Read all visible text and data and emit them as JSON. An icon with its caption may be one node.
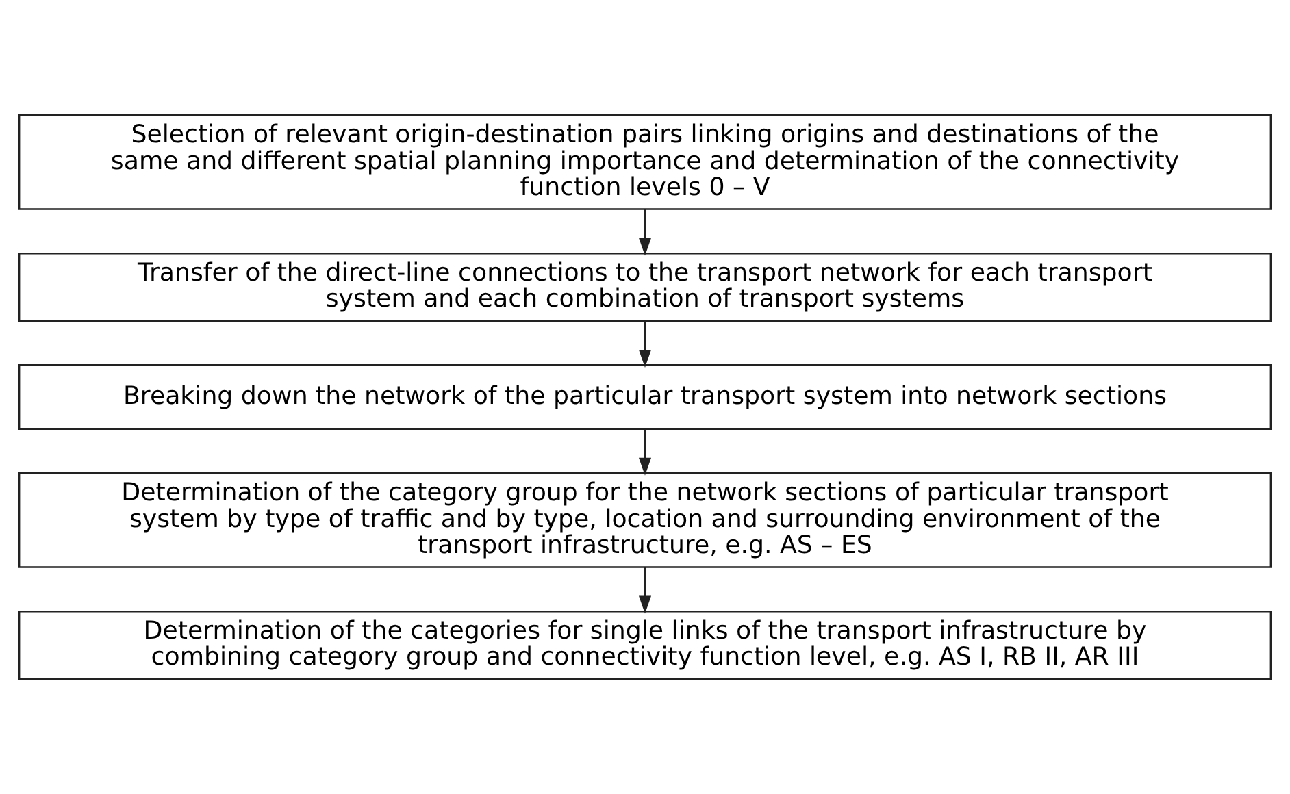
{
  "diagram": {
    "nodes": [
      {
        "text": [
          "Selection of relevant origin-destination pairs linking origins and destinations of the same and different spatial planning importance and determination of the connectivity function levels 0 – V"
        ]
      },
      {
        "text": [
          "Transfer of the direct-line connections to the transport network for each transport system and each combination of transport systems"
        ]
      },
      {
        "text": [
          "Breaking down the network of the particular transport system into network sections"
        ]
      },
      {
        "text": [
          "Determination of the category group for the network sections of particular transport system by type of traffic and by type, location and surrounding environment of the transport infrastructure, e.g. AS – ES"
        ]
      },
      {
        "text": [
          "Determination of the categories for single links of the transport infrastructure by combining category group and connectivity function level, e.g. AS I, RB II, AR III"
        ]
      }
    ],
    "edges": [
      {
        "from": 0,
        "to": 1,
        "arrow": "to"
      },
      {
        "from": 1,
        "to": 2,
        "arrow": "to"
      },
      {
        "from": 2,
        "to": 3,
        "arrow": "to"
      },
      {
        "from": 3,
        "to": 4,
        "arrow": "to"
      }
    ]
  }
}
